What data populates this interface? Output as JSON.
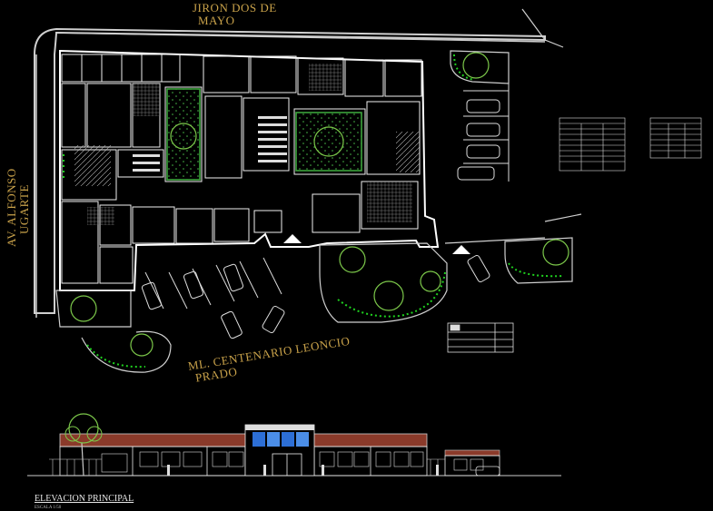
{
  "streets": {
    "top": [
      "JIRON DOS DE",
      "MAYO"
    ],
    "left": [
      "AV. ALFONSO",
      "UGARTE"
    ],
    "bottom": [
      "ML. CENTENARIO LEONCIO",
      "PRADO"
    ]
  },
  "elevation": {
    "title": "ELEVACION PRINCIPAL",
    "scale": "ESCALA 1/50"
  },
  "colors": {
    "wall": "#ffffff",
    "boundary": "#cfcfcf",
    "street_text": "#c9a24a",
    "roof": "#8a3a2a",
    "tree": "#7cc84a",
    "hedge": "#1fd21f",
    "window": "#2d6fd6",
    "courtyard": "#3fae3f"
  }
}
